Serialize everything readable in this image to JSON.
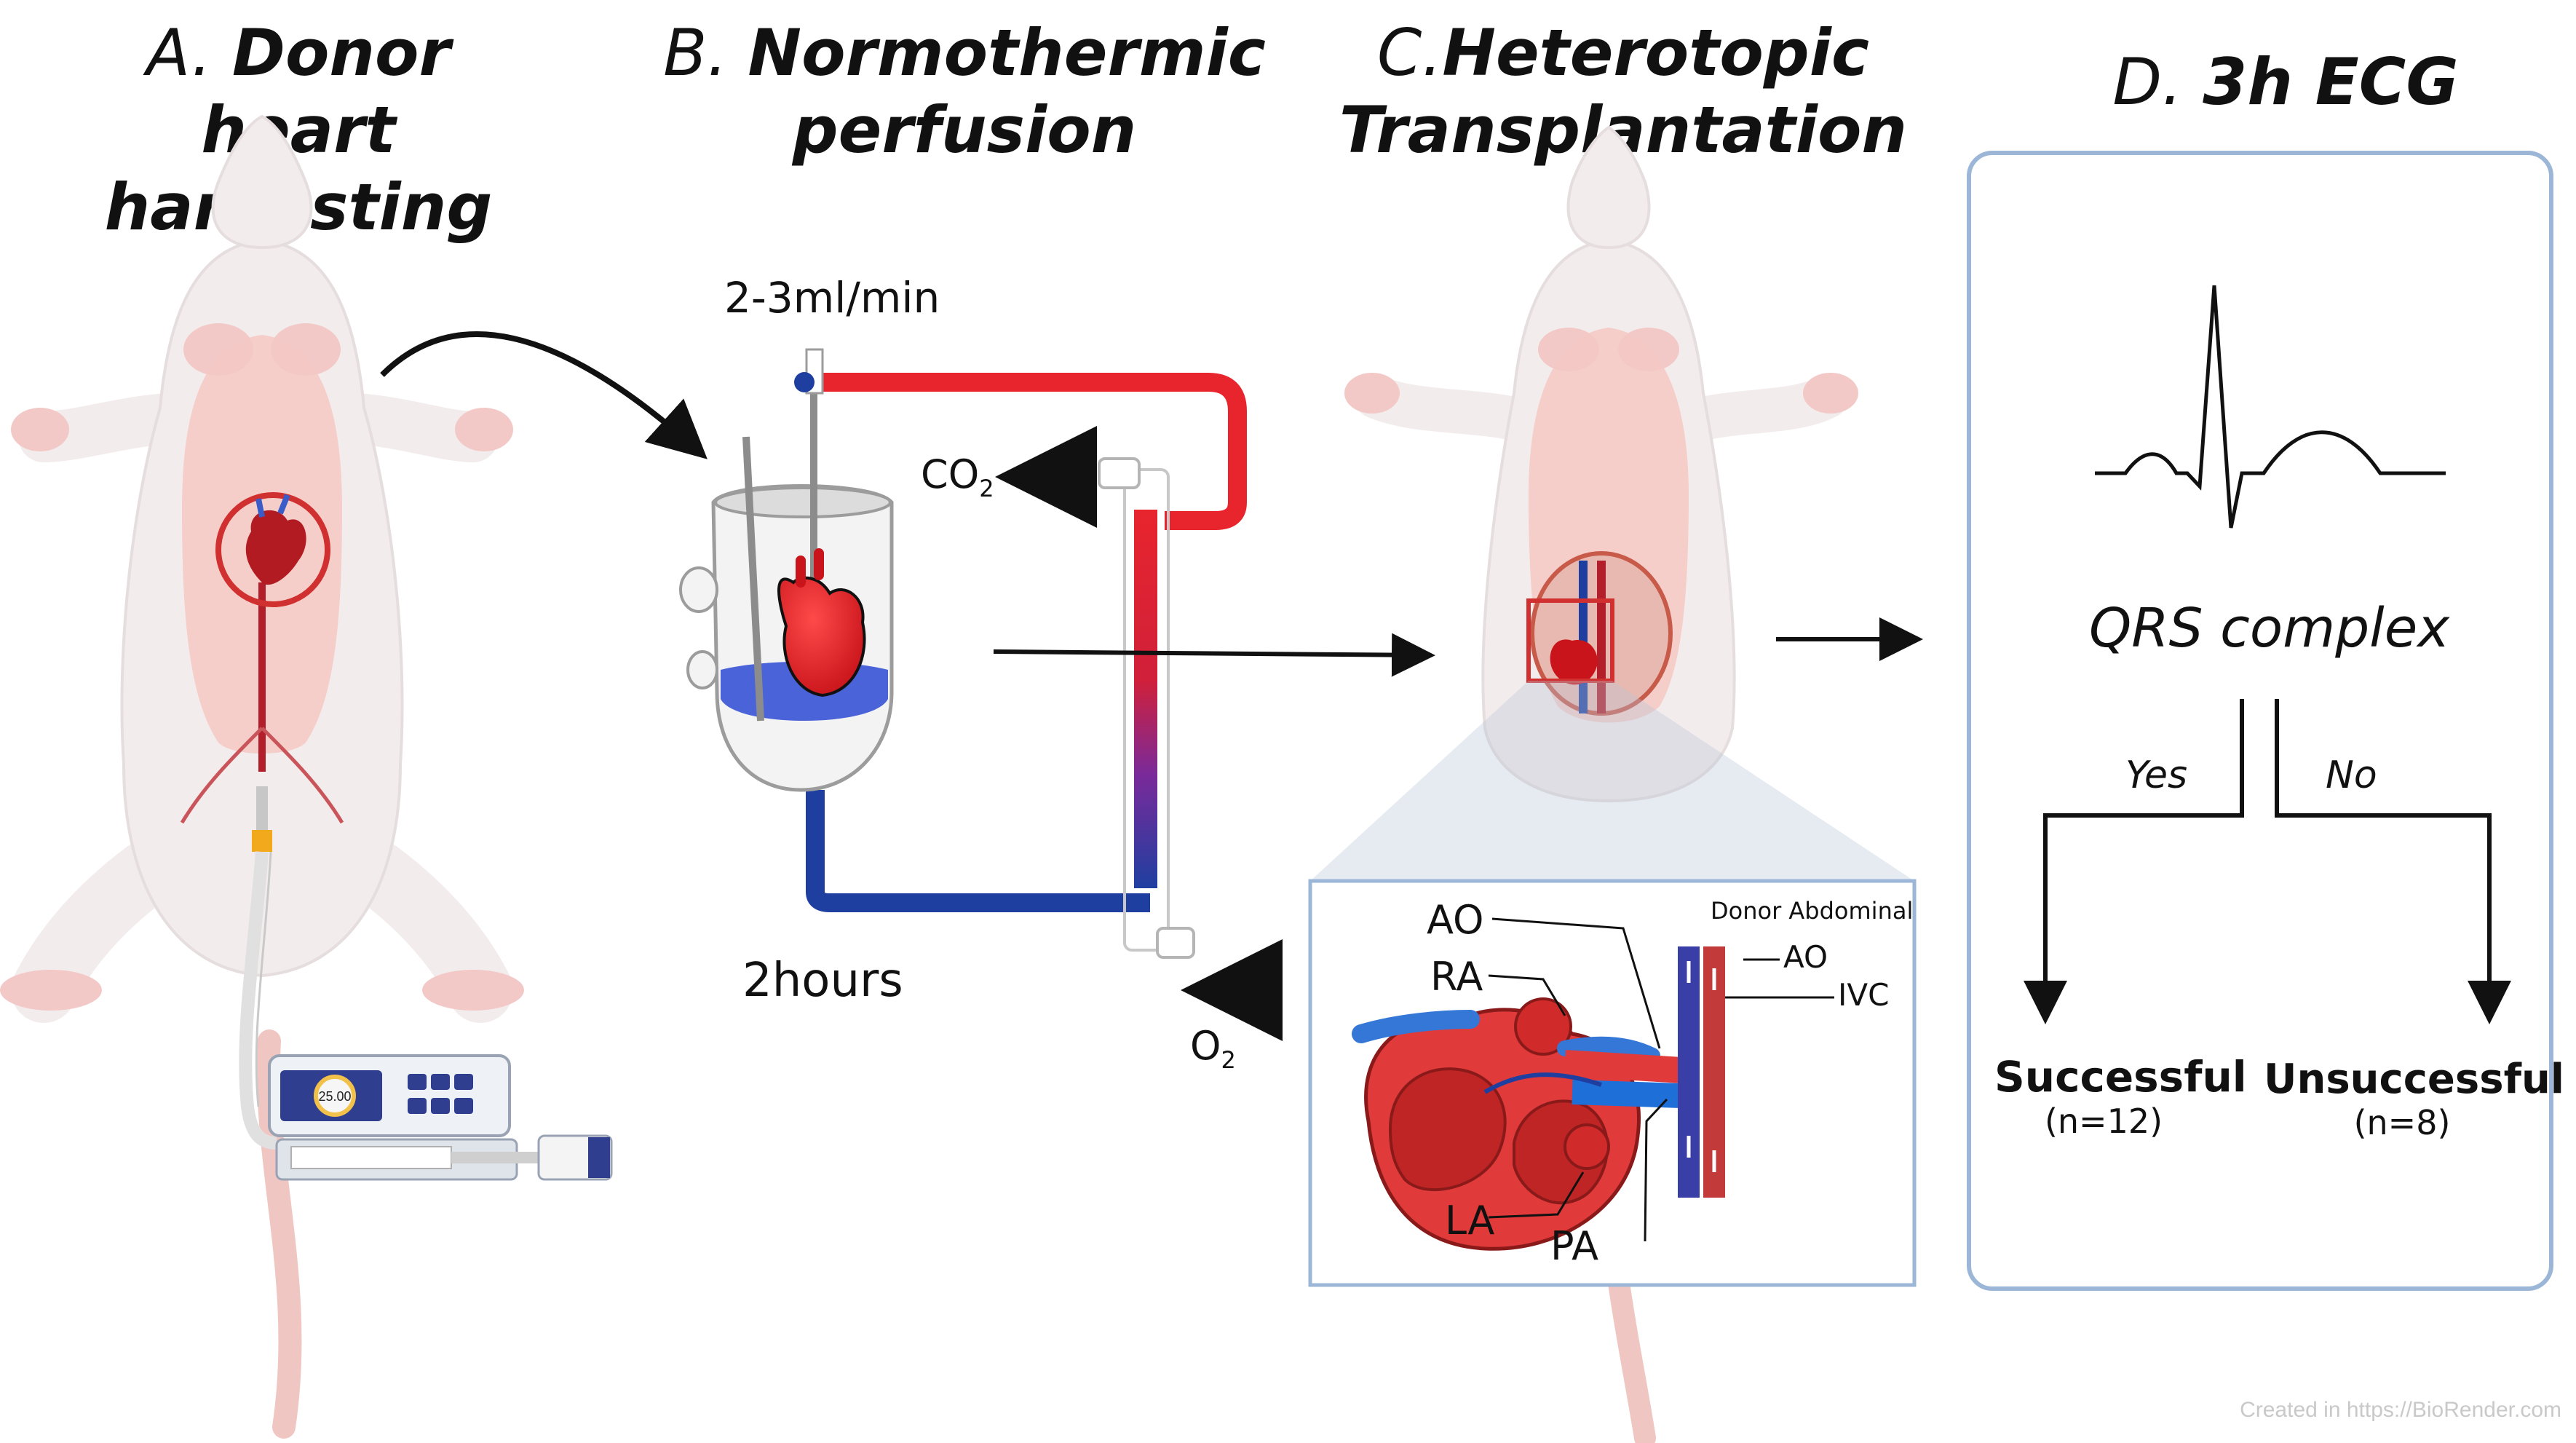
{
  "panels": {
    "a": {
      "letter": "A.",
      "line1": "Donor heart",
      "line2": "harvesting"
    },
    "b": {
      "letter": "B.",
      "line1": "Normothermic",
      "line2": "perfusion"
    },
    "c": {
      "letter": "C.",
      "line1": "Heterotopic",
      "line2": "Transplantation"
    },
    "d": {
      "letter": "D.",
      "line1": "3h ECG",
      "line2": ""
    }
  },
  "perfusion": {
    "flow_rate": "2-3ml/min",
    "co2": "CO",
    "co2_sub": "2",
    "o2": "O",
    "o2_sub": "2",
    "duration": "2hours"
  },
  "syringe_pump": {
    "display_value": "25.00"
  },
  "inset": {
    "title": "Donor Abdominal",
    "ao_left": "AO",
    "ra": "RA",
    "la": "LA",
    "pa": "PA",
    "ao_right": "AO",
    "ivc": "IVC"
  },
  "ecg": {
    "qrs": "QRS complex",
    "yes": "Yes",
    "no": "No",
    "successful": "Successful",
    "successful_n": "(n=12)",
    "unsuccessful": "Unsuccessful",
    "unsuccessful_n": "(n=8)"
  },
  "watermark": "Created in https://BioRender.com",
  "colors": {
    "rat_body": "#f3ecec",
    "rat_skin": "#f2c9c6",
    "arterial": "#e8252d",
    "venous": "#1f3fa0",
    "panel_border": "#9bb6d6",
    "aorta_red": "#c23a3a",
    "ivc_blue": "#3a3fa8"
  }
}
